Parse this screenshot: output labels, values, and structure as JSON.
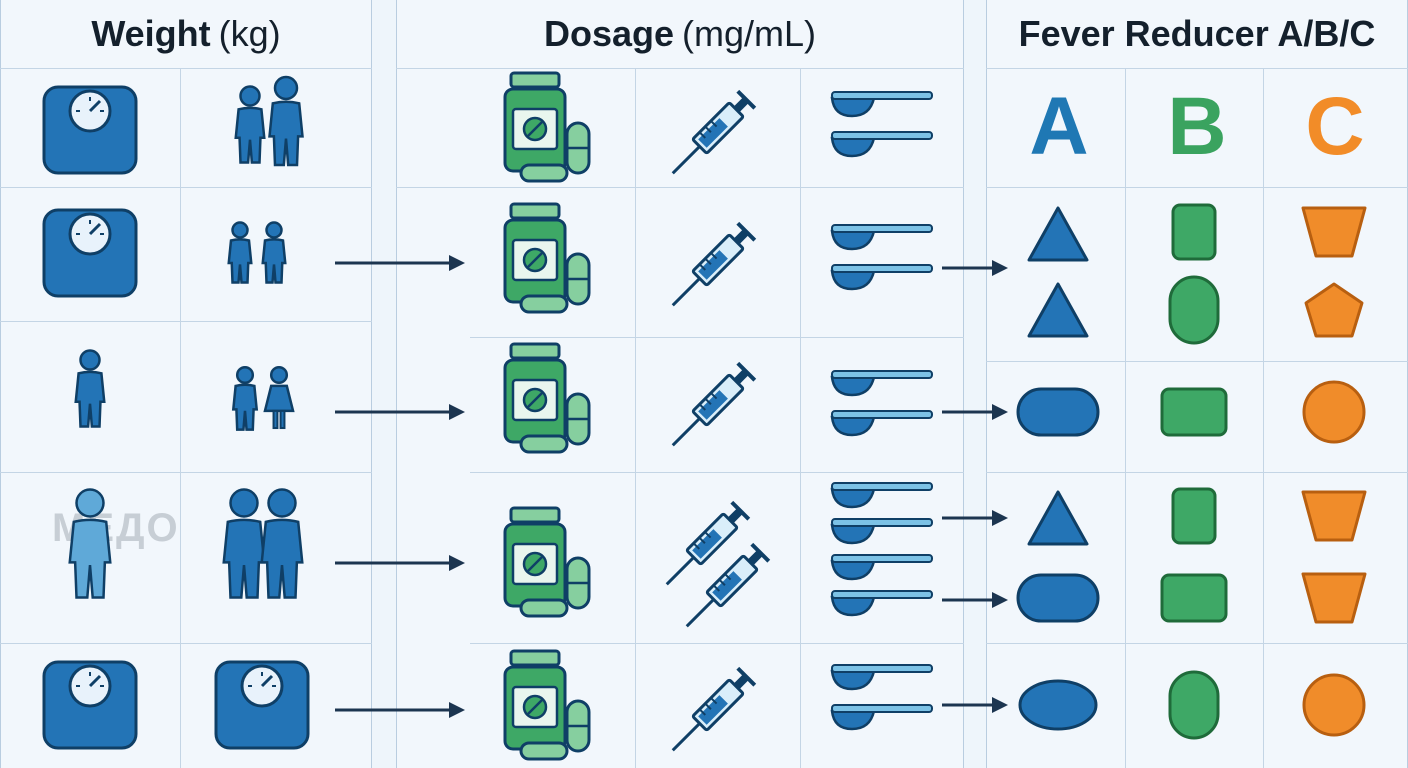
{
  "headers": {
    "weight": {
      "label": "Weight",
      "unit": "(kg)"
    },
    "dosage": {
      "label": "Dosage",
      "unit": "(mg/mL)"
    },
    "fever": {
      "label": "Fever Reducer A/B/C"
    }
  },
  "letters": [
    {
      "text": "A",
      "color": "#1f78b4"
    },
    {
      "text": "B",
      "color": "#3aa35f"
    },
    {
      "text": "C",
      "color": "#f28c28"
    }
  ],
  "watermark": "MEДO",
  "colors": {
    "blue": "#2374b6",
    "blue_dark": "#0f3f66",
    "green": "#3ea866",
    "green_light": "#86cf9f",
    "orange": "#f08c2a",
    "spoon": "#7cc2e6",
    "arrow": "#1c3550"
  },
  "rows": [
    {
      "weight_icons": [
        "scale-icon",
        "two-adults-icon"
      ],
      "dosage_icons": [
        "pill-bottle-icon",
        "syringe-icon",
        "two-spoons-icon"
      ],
      "fever_shapes": {
        "A": [
          "triangle",
          "triangle"
        ],
        "B": [
          "rounded-square",
          "oval-tall"
        ],
        "C": [
          "trapezoid",
          "pentagon"
        ]
      }
    },
    {
      "weight_icons": [
        "person-icon",
        "boy-girl-icon"
      ],
      "dosage_icons": [
        "pill-bottle-icon",
        "syringe-icon",
        "two-spoons-icon"
      ],
      "fever_shapes": {
        "A": [
          "capsule"
        ],
        "B": [
          "rounded-rect"
        ],
        "C": [
          "circle"
        ]
      }
    },
    {
      "weight_icons": [
        "adult-light-icon",
        "two-adults-large-icon"
      ],
      "dosage_icons": [
        "pill-bottle-icon",
        "two-syringes-icon",
        "four-spoons-icon"
      ],
      "fever_shapes": {
        "A": [
          "triangle",
          "capsule"
        ],
        "B": [
          "rounded-square",
          "rounded-rect"
        ],
        "C": [
          "trapezoid",
          "trapezoid"
        ]
      }
    },
    {
      "weight_icons": [
        "scale-icon",
        "scale-icon"
      ],
      "dosage_icons": [
        "pill-bottle-icon",
        "syringe-icon",
        "two-spoons-icon"
      ],
      "fever_shapes": {
        "A": [
          "oval"
        ],
        "B": [
          "oval-tall"
        ],
        "C": [
          "circle"
        ]
      }
    }
  ]
}
